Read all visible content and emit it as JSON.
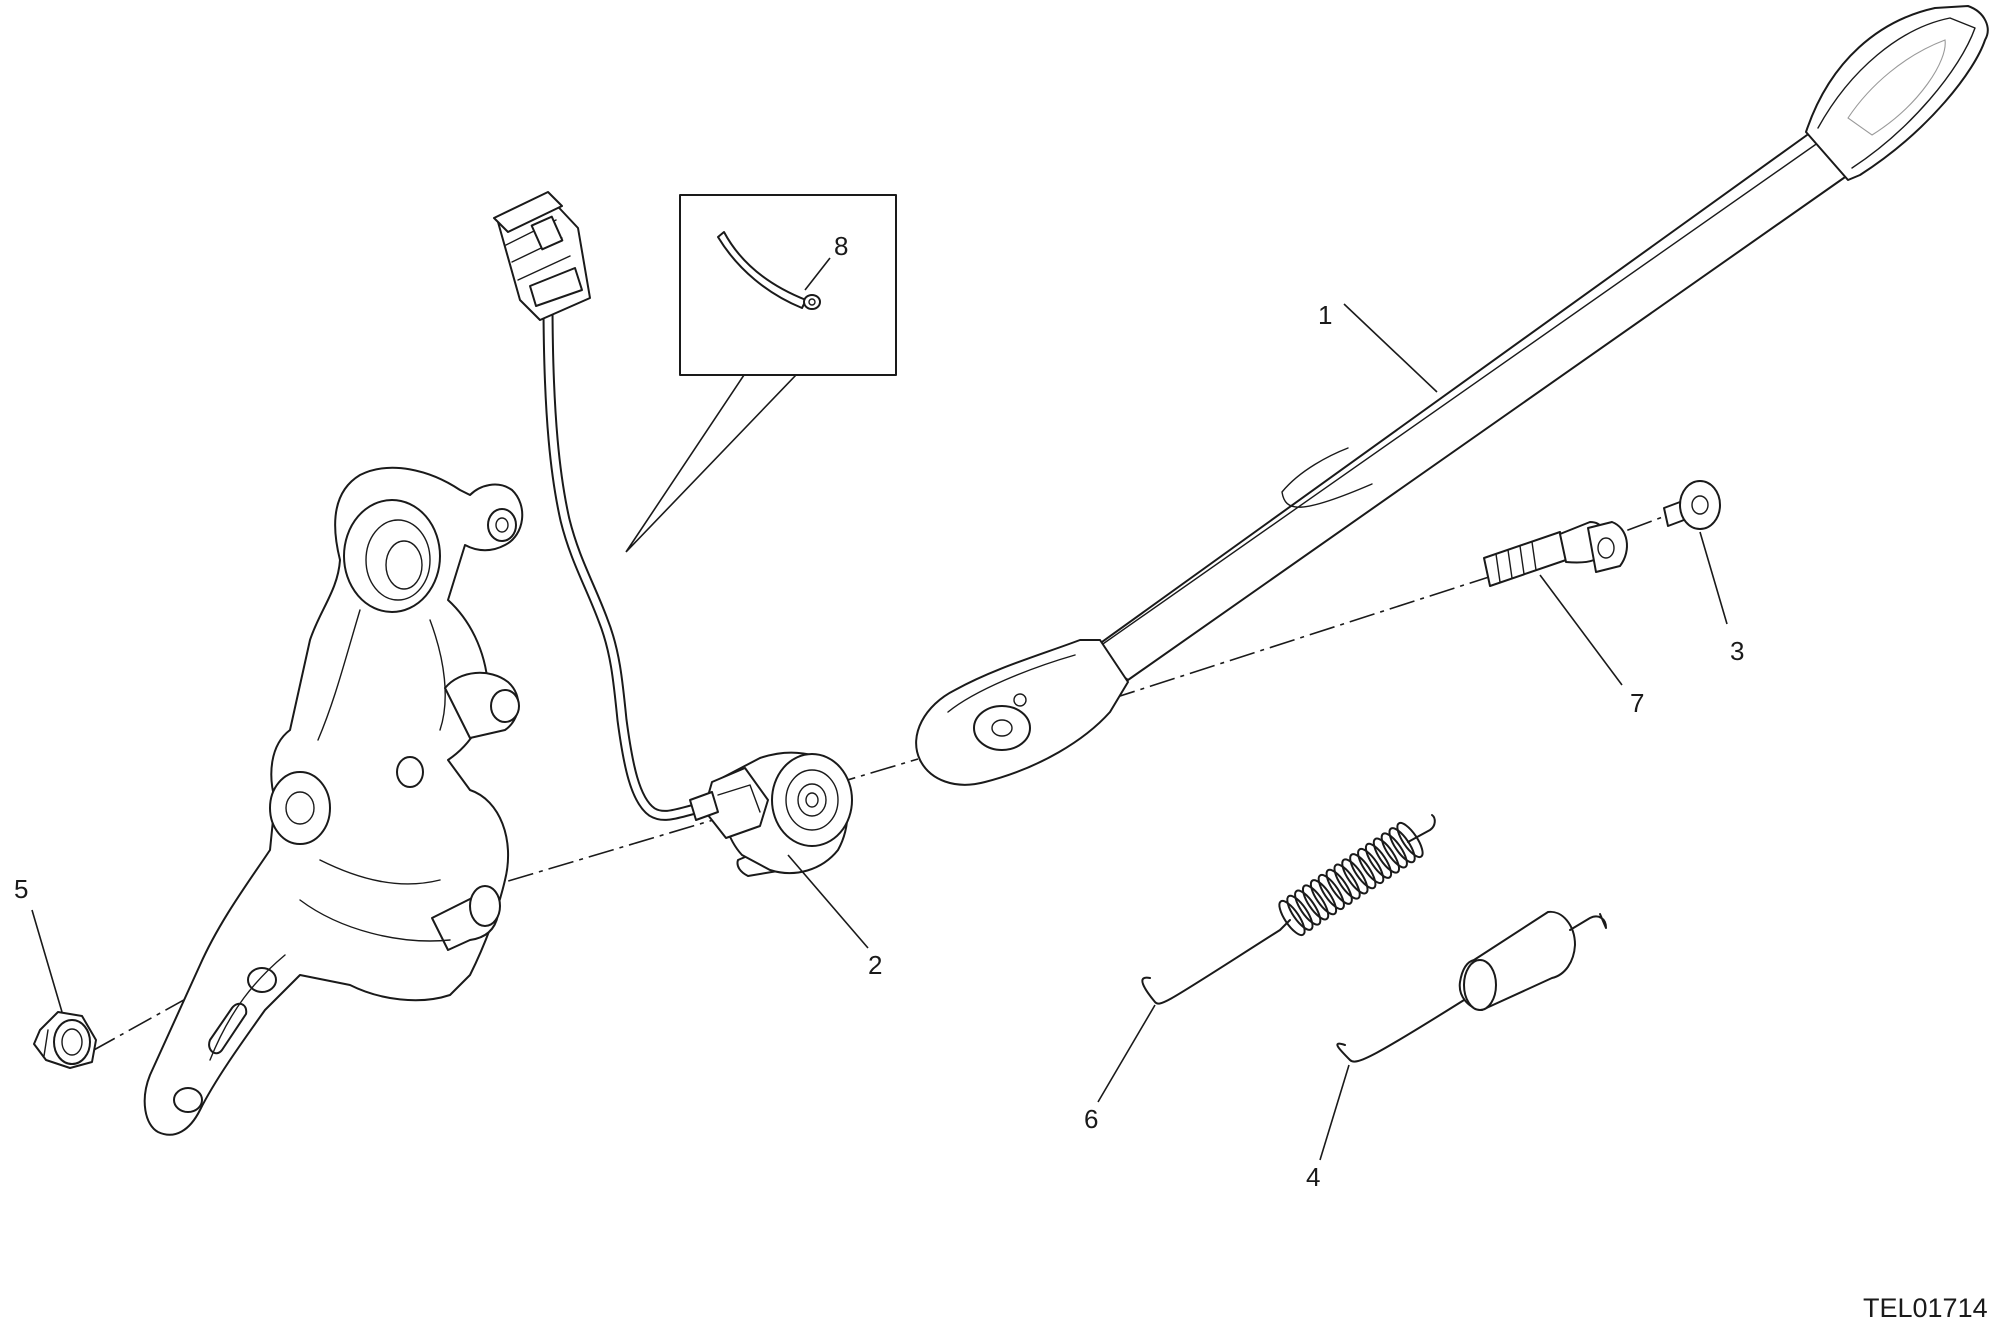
{
  "drawing_code": "TEL01714",
  "callouts": {
    "c1": "1",
    "c2": "2",
    "c3": "3",
    "c4": "4",
    "c5": "5",
    "c6": "6",
    "c7": "7",
    "c8": "8"
  }
}
